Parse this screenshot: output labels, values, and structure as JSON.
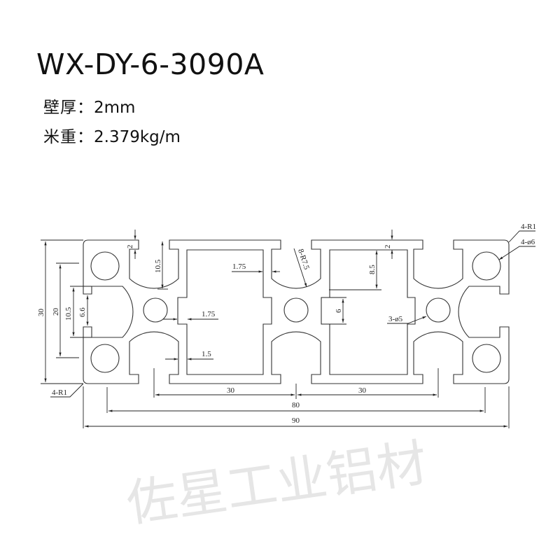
{
  "title": "WX-DY-6-3090A",
  "specs": [
    {
      "label": "壁厚：",
      "value": "2mm"
    },
    {
      "label": "米重：",
      "value": "2.379kg/m"
    }
  ],
  "watermark": "佐星工业铝材",
  "dimensions": {
    "top_lip_2_left": "2",
    "slot_depth_10_5": "10.5",
    "wall_1_75_top": "1.75",
    "radius_8_r7_5": "8-R7.5",
    "top_lip_2_right": "2",
    "depth_8_5": "8.5",
    "corner_4_r1_top": "4-R1",
    "hole_4_d6": "4-ø6",
    "height_30": "30",
    "height_20": "20",
    "slot_10_5": "10.5",
    "slot_opening_6_6": "6.6",
    "wall_1_75_mid": "1.75",
    "web_6": "6",
    "hole_3_d5": "3-ø5",
    "wall_1_5": "1.5",
    "corner_4_r1_bottom": "4-R1",
    "pitch_30_left": "30",
    "pitch_30_right": "30",
    "span_80": "80",
    "width_90": "90"
  }
}
